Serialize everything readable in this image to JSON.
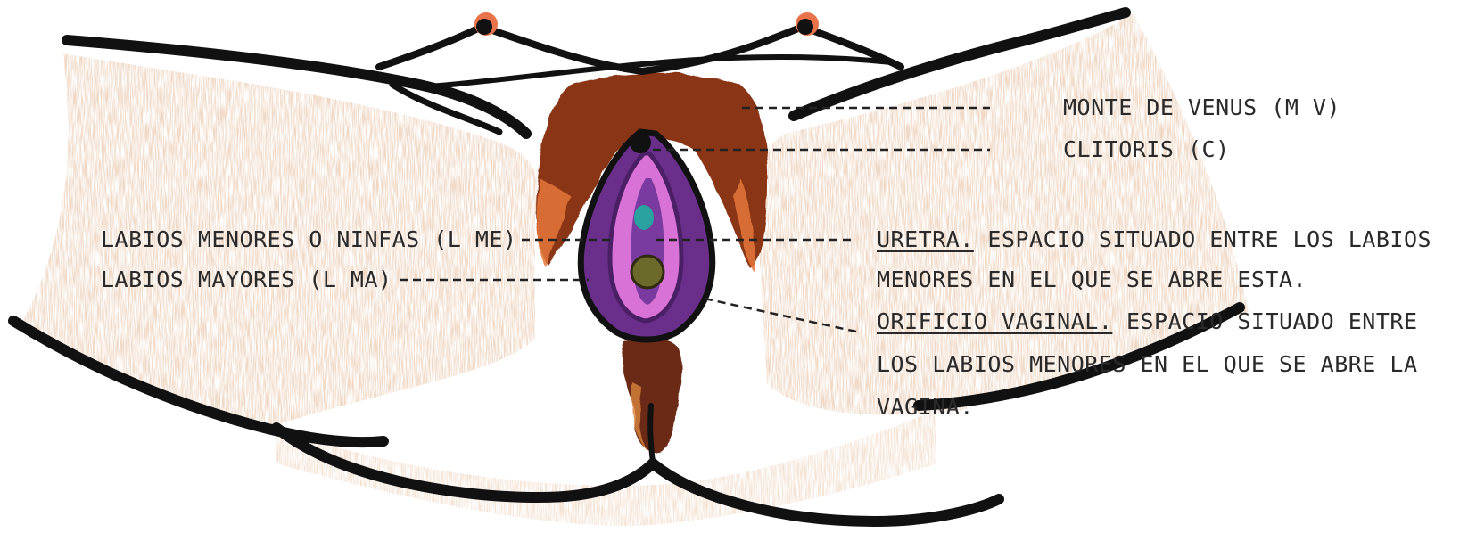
{
  "labels": {
    "monte": "MONTE DE VENUS (M V)",
    "clitoris": "CLITORIS (C)",
    "labios_menores": "LABIOS MENORES O NINFAS (L ME)",
    "labios_mayores": "LABIOS MAYORES (L MA)",
    "uretra_term": "URETRA.",
    "uretra_line1_rest": "ESPACIO SITUADO ENTRE LOS LABIOS",
    "uretra_line2": "MENORES EN EL QUE SE ABRE ESTA.",
    "orificio_term": "ORIFICIO VAGINAL.",
    "orificio_line1_rest": "ESPACIO SITUADO ENTRE",
    "orificio_line2": "LOS LABIOS MENORES EN EL QUE SE ABRE LA",
    "orificio_line3": "VAGINA."
  },
  "colors": {
    "outline": "#111111",
    "skin_shading": "#e9c7ac",
    "pubic_hair": "#8a3516",
    "hair_highlight": "#e4773a",
    "labia_purple": "#7a3aa0",
    "labia_pink": "#d872d6",
    "clitoris_teal": "#2aa3a0",
    "vaginal_opening": "#6b6a2a",
    "text": "#2a2a2a"
  }
}
